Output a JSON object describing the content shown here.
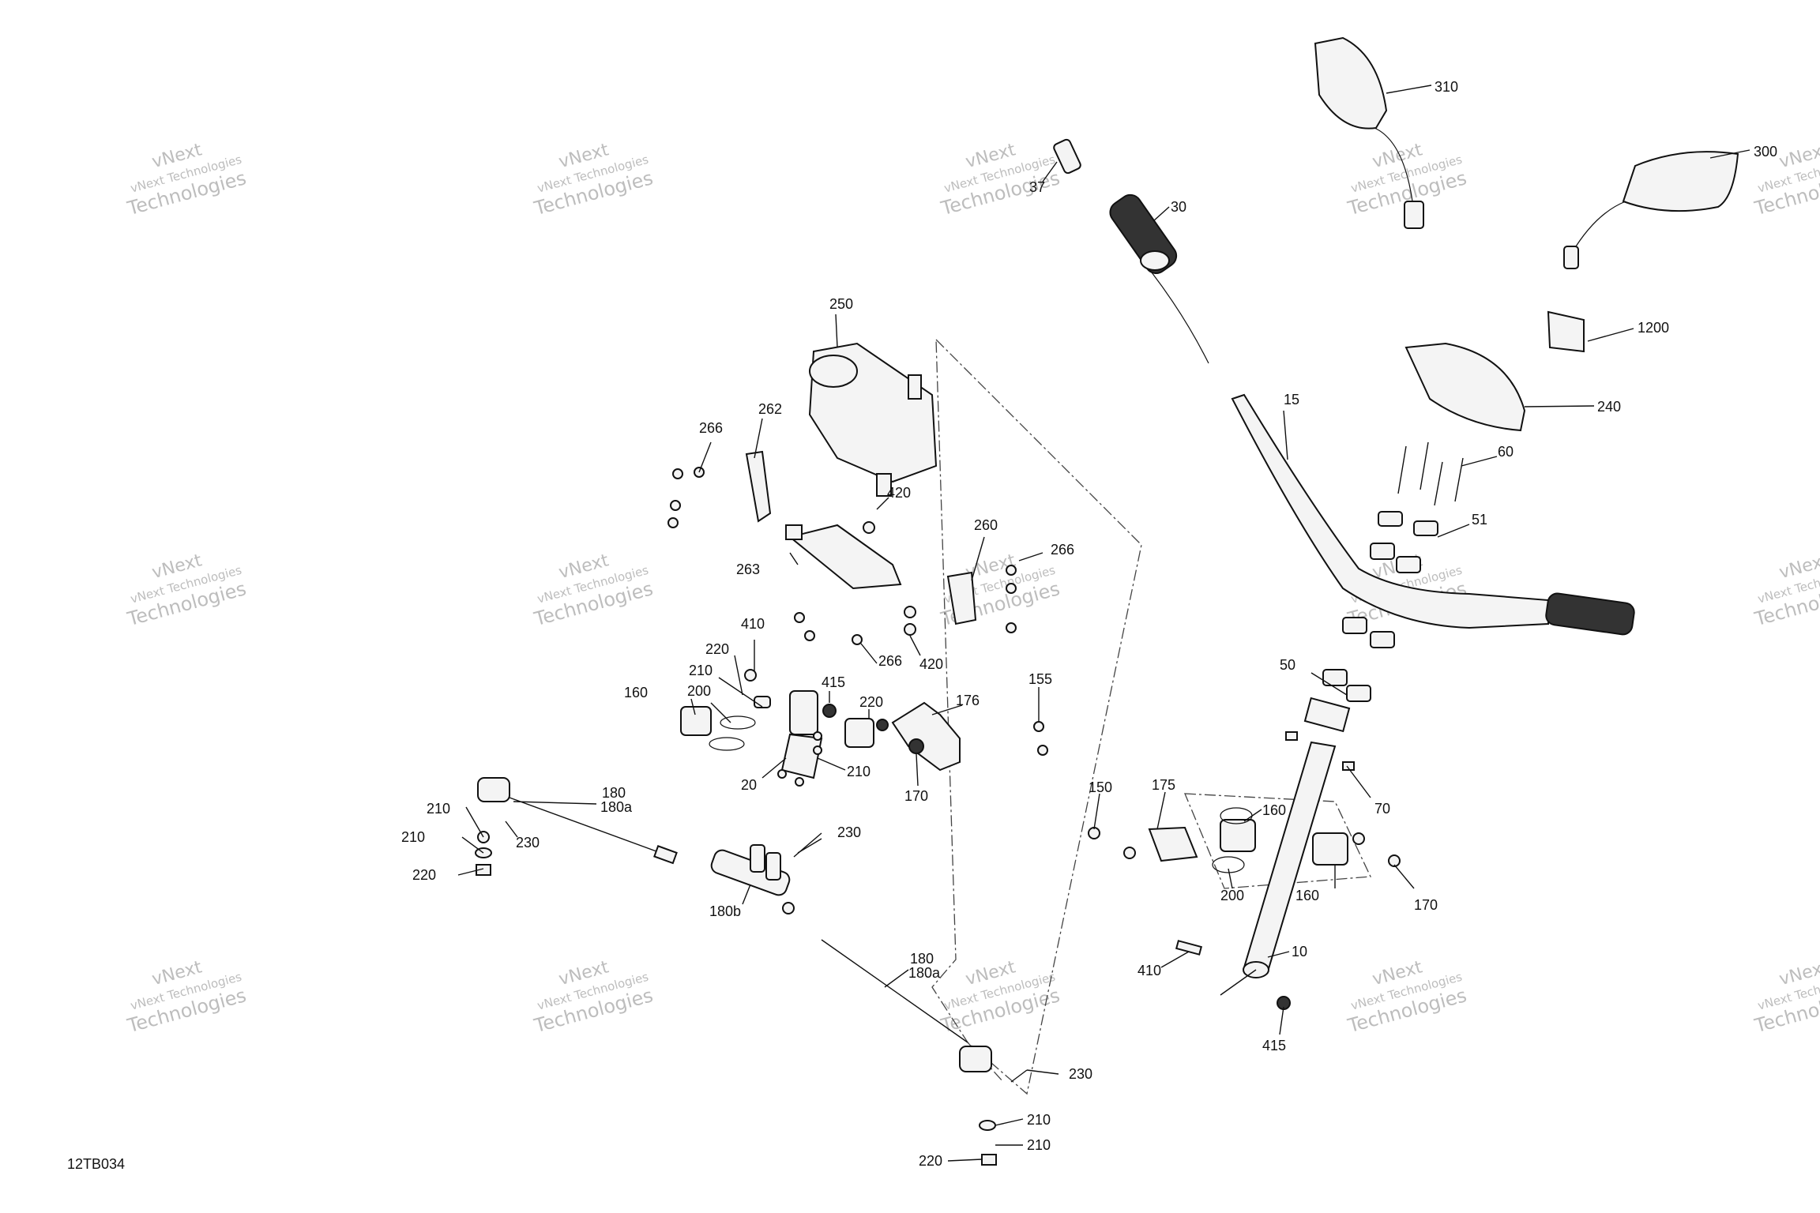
{
  "drawing_code": "12TB034",
  "watermark": {
    "line1": "vNext Technologies",
    "line2": "Technologies",
    "mark": "vNext"
  },
  "callouts": [
    "310",
    "300",
    "37",
    "30",
    "1200",
    "250",
    "240",
    "15",
    "60",
    "262",
    "266",
    "51",
    "420",
    "263",
    "260",
    "266",
    "410",
    "266",
    "420",
    "220",
    "210",
    "415",
    "220",
    "176",
    "155",
    "160",
    "200",
    "20",
    "210",
    "50",
    "170",
    "150",
    "175",
    "160",
    "70",
    "210",
    "180",
    "180a",
    "210",
    "230",
    "230",
    "220",
    "180b",
    "200",
    "160",
    "170",
    "410",
    "10",
    "180",
    "180a",
    "415",
    "230",
    "210",
    "210",
    "220"
  ]
}
